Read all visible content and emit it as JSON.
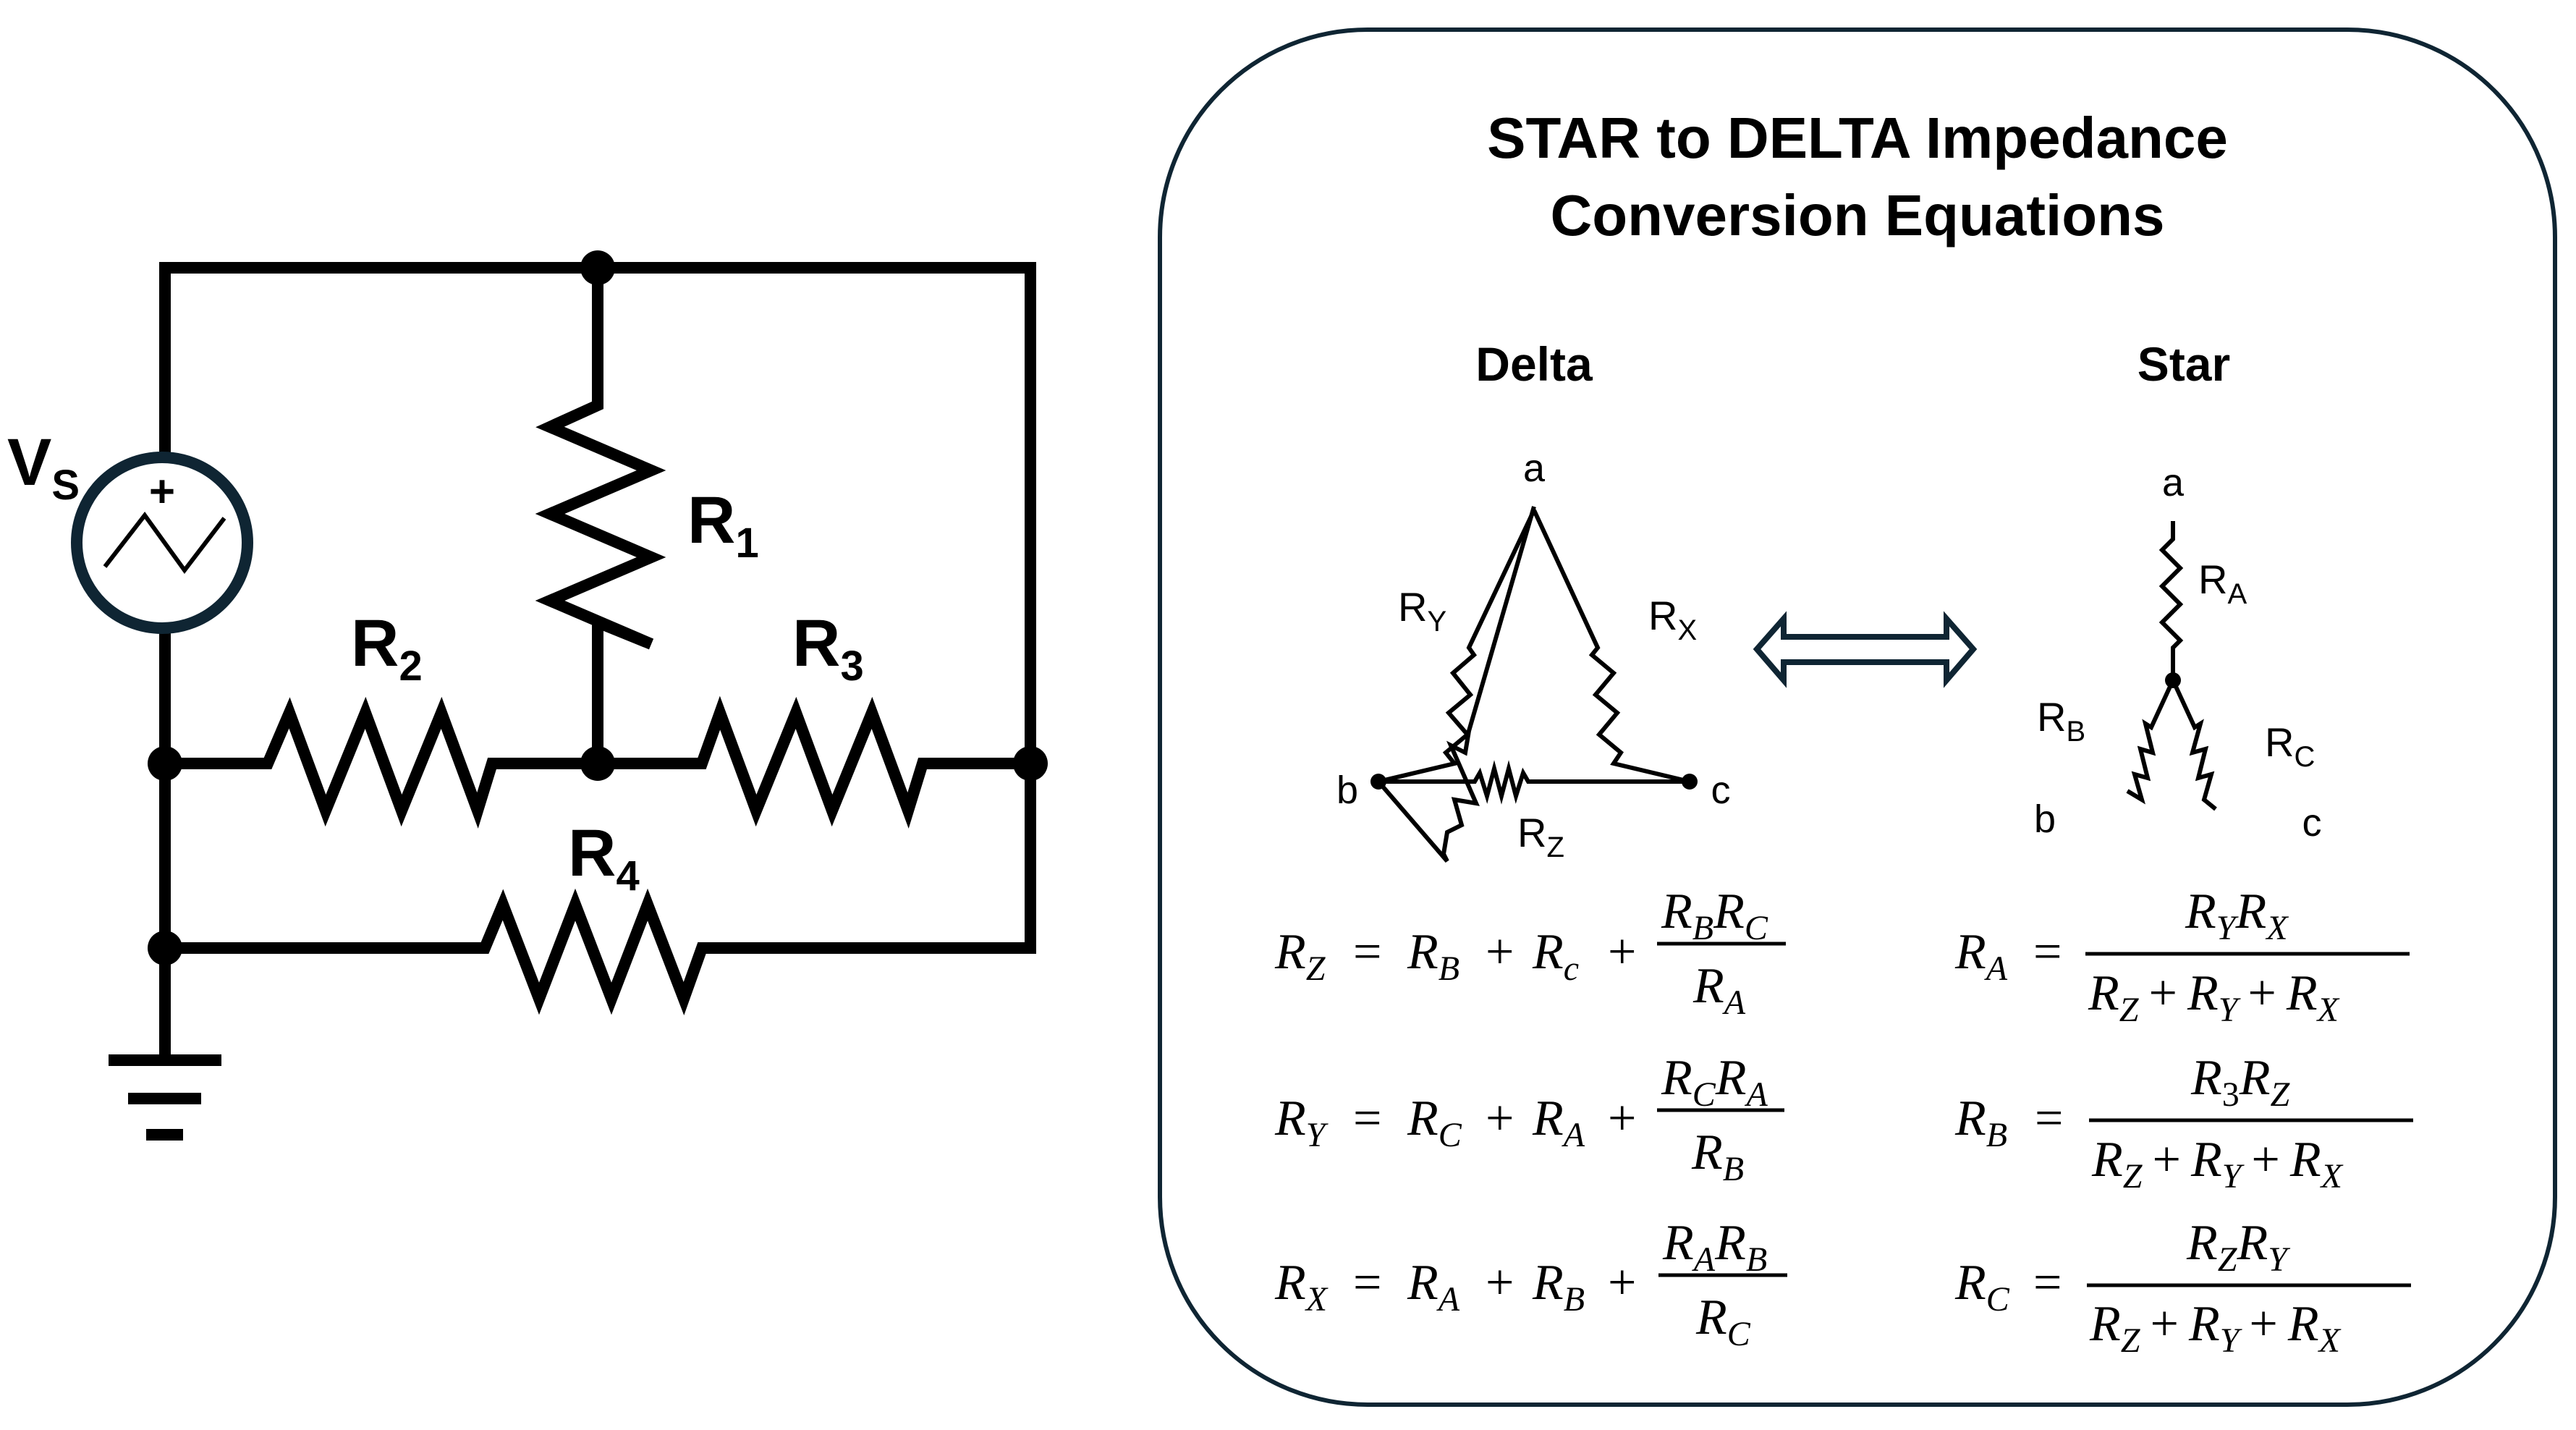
{
  "circuit": {
    "source_label": "V",
    "source_sub": "S",
    "source_polarity": "+",
    "source_icon": "triangle-wave-icon",
    "resistors": [
      {
        "name": "R",
        "sub": "1"
      },
      {
        "name": "R",
        "sub": "2"
      },
      {
        "name": "R",
        "sub": "3"
      },
      {
        "name": "R",
        "sub": "4"
      }
    ],
    "ground_icon": "ground-icon",
    "accent_color": "#0f2533"
  },
  "panel": {
    "title_line1": "STAR to DELTA Impedance",
    "title_line2": "Conversion Equations",
    "delta_heading": "Delta",
    "star_heading": "Star",
    "border_color": "#0f2533",
    "delta": {
      "nodes": [
        "a",
        "b",
        "c"
      ],
      "resistors": [
        {
          "name": "R",
          "sub": "Y"
        },
        {
          "name": "R",
          "sub": "X"
        },
        {
          "name": "R",
          "sub": "Z"
        }
      ]
    },
    "star": {
      "nodes": [
        "a",
        "b",
        "c"
      ],
      "resistors": [
        {
          "name": "R",
          "sub": "A"
        },
        {
          "name": "R",
          "sub": "B"
        },
        {
          "name": "R",
          "sub": "C"
        }
      ]
    },
    "arrow_icon": "double-arrow-icon",
    "delta_equations": [
      {
        "lhs": "Z",
        "t1": "B",
        "t2": "c",
        "num1": "B",
        "num2": "C",
        "den": "A"
      },
      {
        "lhs": "Y",
        "t1": "C",
        "t2": "A",
        "num1": "C",
        "num2": "A",
        "den": "B"
      },
      {
        "lhs": "X",
        "t1": "A",
        "t2": "B",
        "num1": "A",
        "num2": "B",
        "den": "C"
      }
    ],
    "star_equations": [
      {
        "lhs": "A",
        "num1": "Y",
        "num2": "X",
        "den1": "Z",
        "den2": "Y",
        "den3": "X"
      },
      {
        "lhs": "B",
        "num1": "3",
        "num2": "Z",
        "den1": "Z",
        "den2": "Y",
        "den3": "X"
      },
      {
        "lhs": "C",
        "num1": "Z",
        "num2": "Y",
        "den1": "Z",
        "den2": "Y",
        "den3": "X"
      }
    ],
    "symbols": {
      "R": "R",
      "eq": "=",
      "plus": "+"
    }
  }
}
